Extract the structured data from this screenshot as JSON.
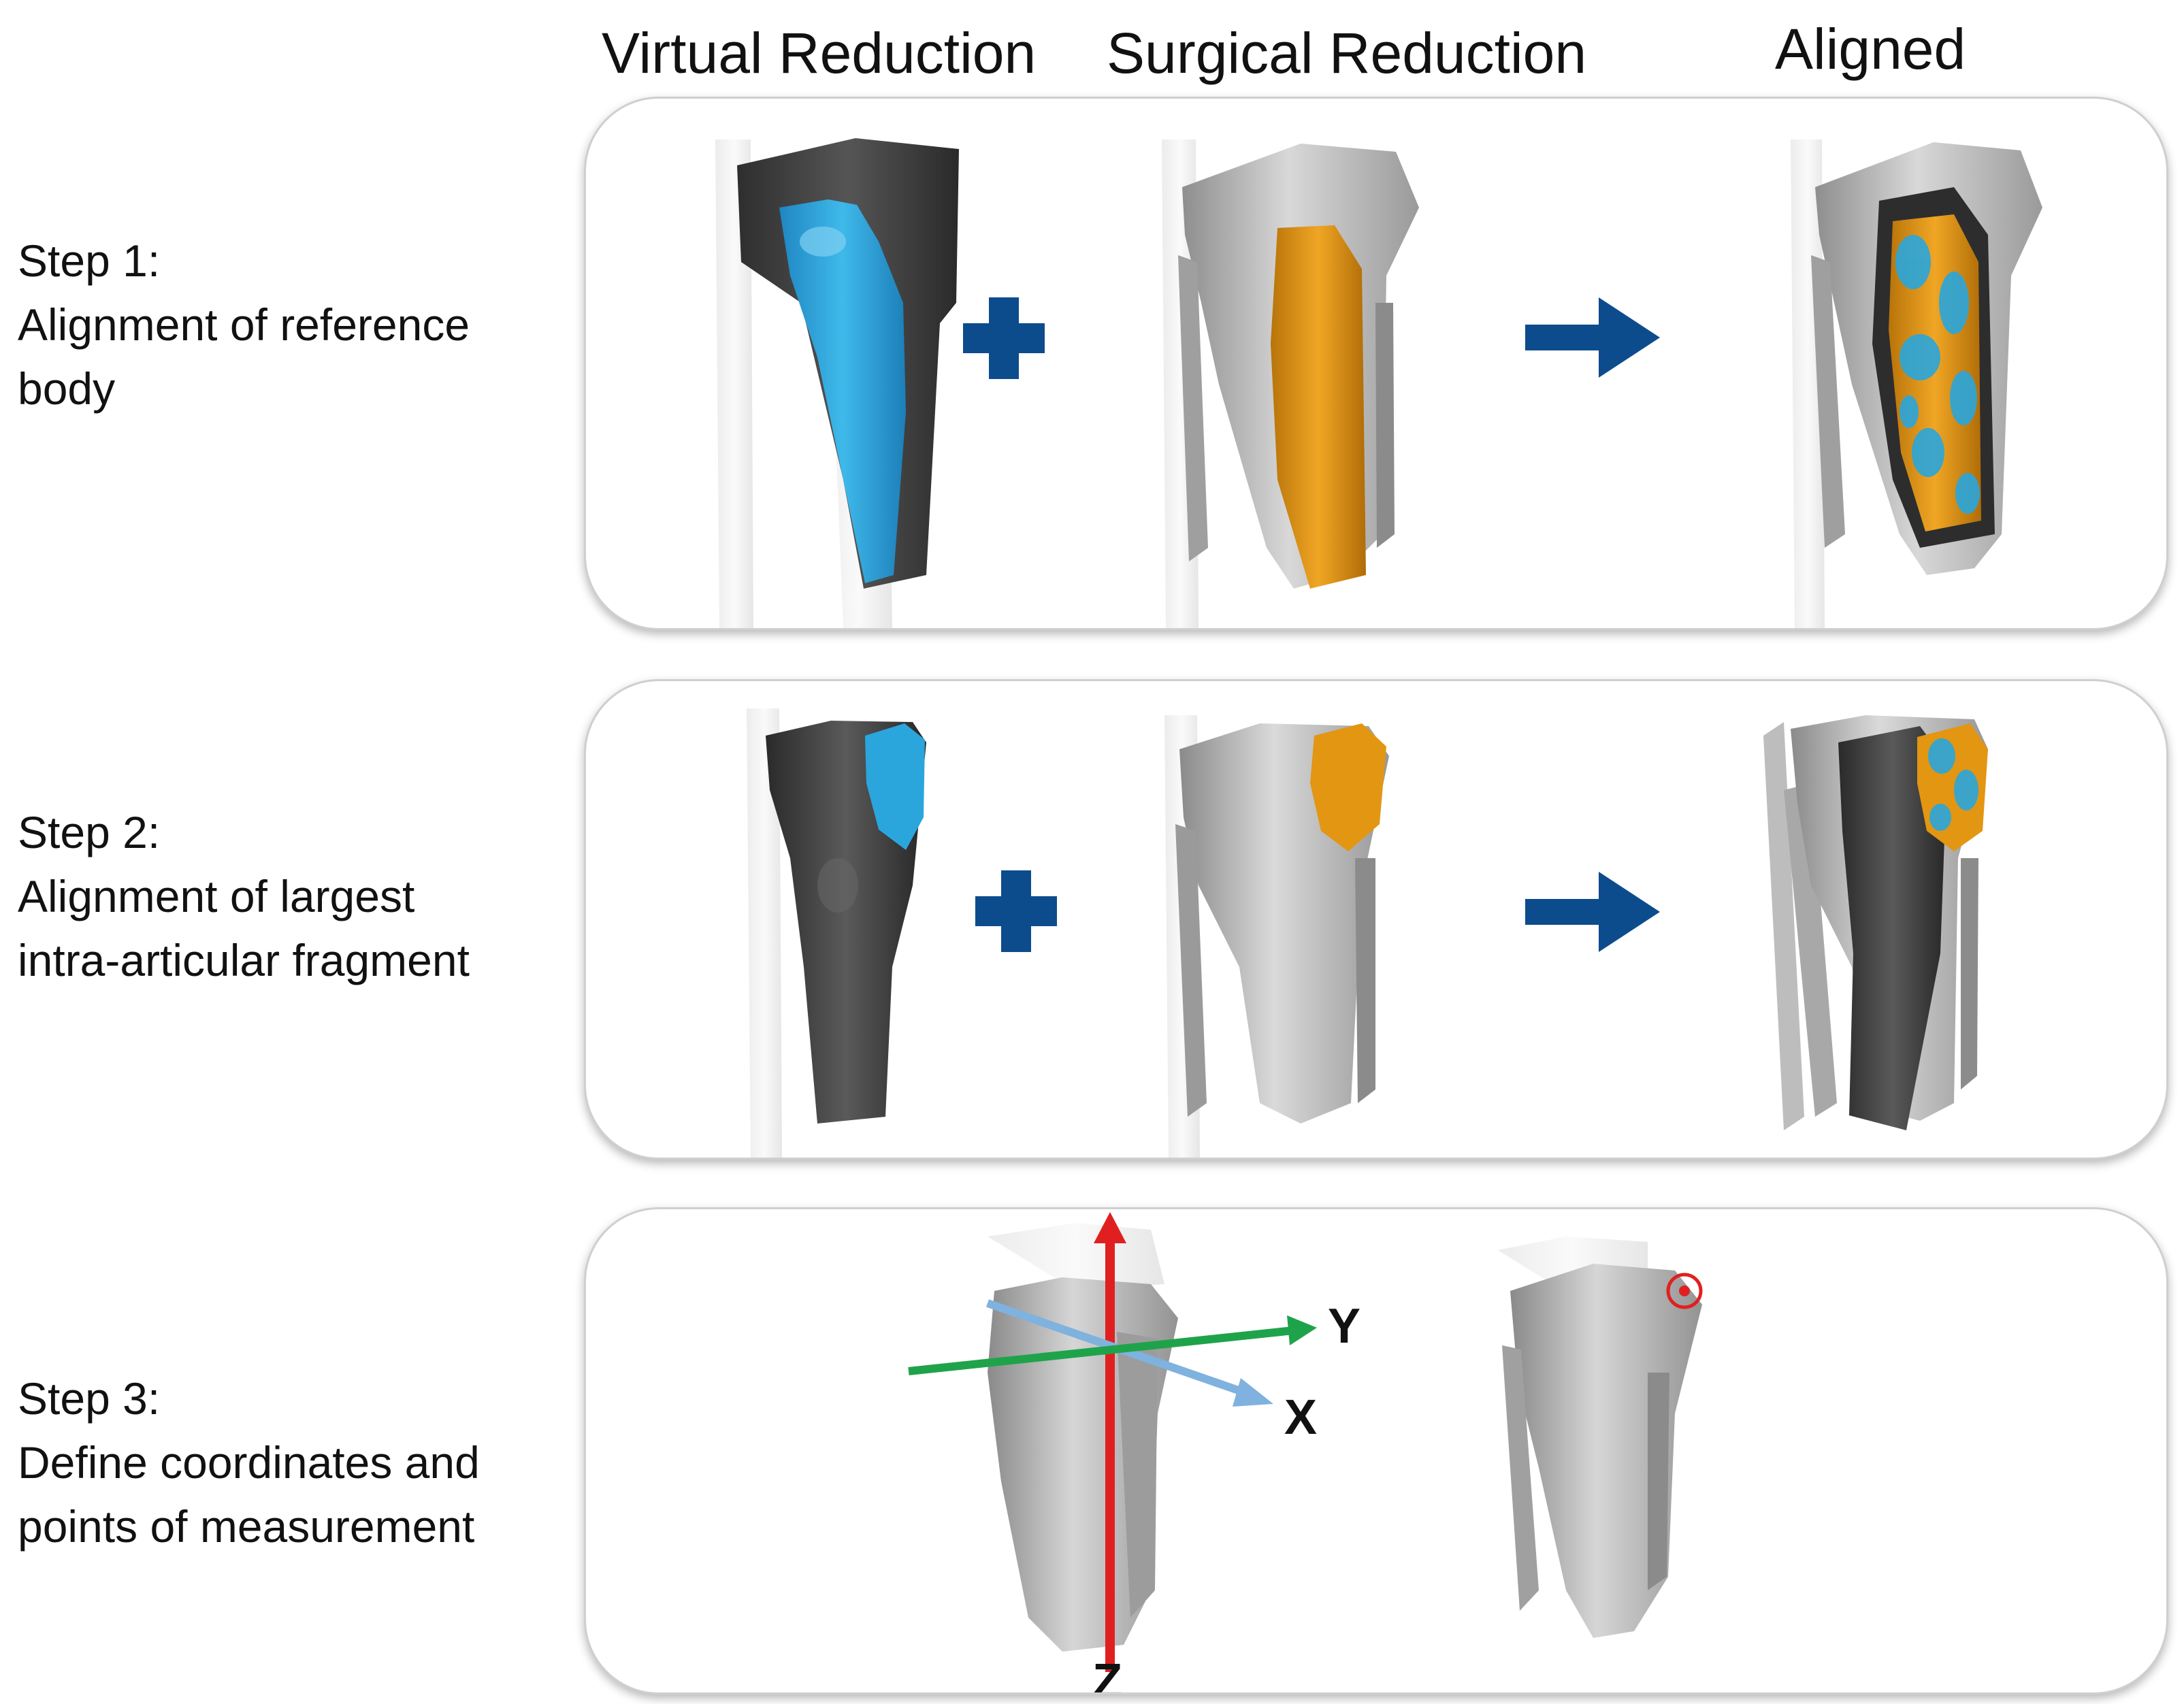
{
  "columns": {
    "virtual": "Virtual Reduction",
    "surgical": "Surgical Reduction",
    "aligned": "Aligned"
  },
  "steps": [
    {
      "title": "Step 1:",
      "lines": [
        "Alignment of reference",
        "body"
      ]
    },
    {
      "title": "Step 2:",
      "lines": [
        "Alignment of largest",
        "intra-articular fragment"
      ]
    },
    {
      "title": "Step 3:",
      "lines": [
        "Define coordinates and",
        "points of measurement"
      ]
    }
  ],
  "axes": {
    "x": "X",
    "y": "Y",
    "z": "Z"
  },
  "colors": {
    "virtual_fragment": "#2aa6dc",
    "surgical_fragment": "#e29612",
    "operator": "#0d4c8c",
    "bone_dark": "#3a3a3a",
    "bone_light": "#b9b9b9",
    "axis_x": "#7fb2de",
    "axis_y": "#1fa34a",
    "axis_z": "#e02020",
    "marker": "#e02020"
  },
  "icons": [
    "plus-icon",
    "arrow-right-icon"
  ]
}
